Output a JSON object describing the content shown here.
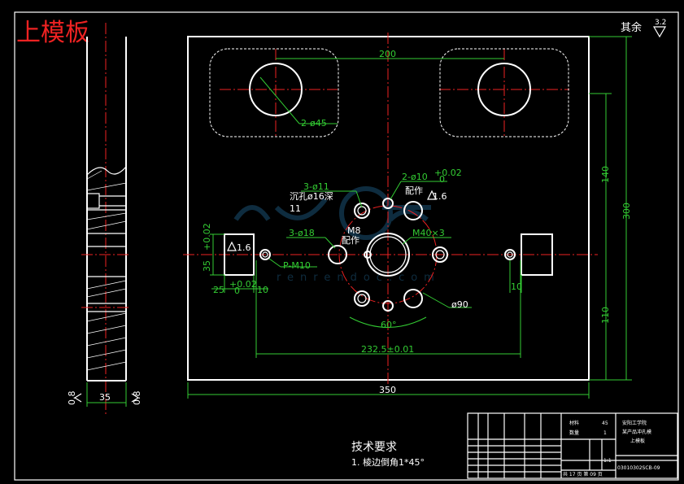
{
  "title": "上模板",
  "surface_note": "其余",
  "surface_value": "3.2",
  "dims": {
    "d200": "200",
    "d2phi45": "2-ø45",
    "d140": "140",
    "d300": "300",
    "d110": "110",
    "d3phi11": "3-ø11",
    "d2phi10": "2-ø10",
    "d2phi10_tol_up": "+0.02",
    "d2phi10_tol_dn": "0",
    "peizuo1": "配作",
    "r16a": "1.6",
    "counterbore": "沉孔ø16深",
    "counterbore_depth": "11",
    "d3phi18": "3-ø18",
    "m8": "M8",
    "peizuo2": "配作",
    "m40": "M40×3",
    "r16b": "1.6",
    "d35": "35",
    "d35_tol": "+0.02",
    "pm10": "P-M10",
    "d25": "25",
    "d25_tol_up": "+0.02",
    "d25_tol_dn": "0",
    "d10a": "10",
    "d10b": "10",
    "phi90": "ø90",
    "a60": "60°",
    "d2325": "232.5±0.01",
    "d350": "350",
    "side35": "35",
    "r08a": "0.8",
    "r08b": "0.8"
  },
  "tech": {
    "heading": "技术要求",
    "item1": "1. 棱边倒角1*45°"
  },
  "title_block": {
    "material_label": "材料",
    "material_value": "45",
    "qty_label": "数量",
    "qty_value": "1",
    "school": "安阳工学院",
    "project": "某产品冲孔模",
    "part": "上模板",
    "scale": "1:1",
    "drawing_no": "03010302SCB-09",
    "sheet": "共 17 页 第 09 页"
  }
}
